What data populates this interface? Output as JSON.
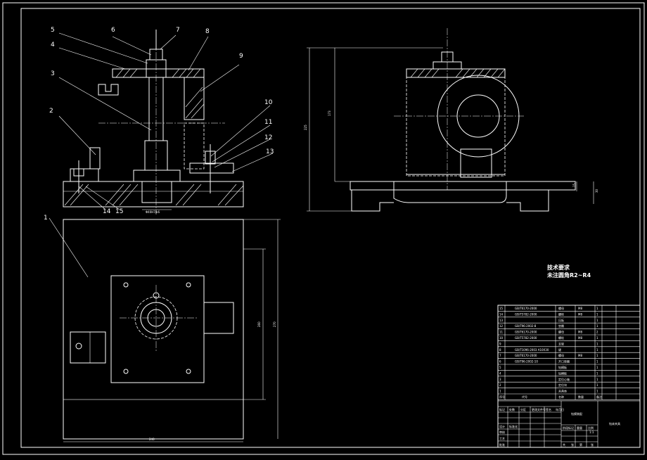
{
  "colors": {
    "background": "#000000",
    "lines": "#ffffff"
  },
  "part_labels": [
    {
      "id": "label-1",
      "text": "1"
    },
    {
      "id": "label-2",
      "text": "2"
    },
    {
      "id": "label-3",
      "text": "3"
    },
    {
      "id": "label-4",
      "text": "4"
    },
    {
      "id": "label-5",
      "text": "5"
    },
    {
      "id": "label-6",
      "text": "6"
    },
    {
      "id": "label-7",
      "text": "7"
    },
    {
      "id": "label-8",
      "text": "8"
    },
    {
      "id": "label-9",
      "text": "9"
    },
    {
      "id": "label-10",
      "text": "10"
    },
    {
      "id": "label-11",
      "text": "11"
    },
    {
      "id": "label-12",
      "text": "12"
    },
    {
      "id": "label-13",
      "text": "13"
    },
    {
      "id": "label-14",
      "text": "14"
    },
    {
      "id": "label-15",
      "text": "15"
    }
  ],
  "technical_requirements": {
    "title": "技术要求",
    "item": "未注圆角R2~R4"
  },
  "bom": {
    "rows": [
      {
        "no": "15",
        "code": "GB/T6170-2000",
        "name": "螺母",
        "spec": "M8",
        "qty": "1"
      },
      {
        "no": "14",
        "code": "GB/T5782-2000",
        "name": "螺栓",
        "spec": "M8",
        "qty": "1"
      },
      {
        "no": "13",
        "code": "",
        "name": "压板",
        "spec": "",
        "qty": "1"
      },
      {
        "no": "12",
        "code": "GB/T96-2002-8",
        "name": "垫圈",
        "spec": "",
        "qty": "1"
      },
      {
        "no": "11",
        "code": "GB/T6170-2000",
        "name": "螺母",
        "spec": "M8",
        "qty": "2"
      },
      {
        "no": "10",
        "code": "GB/T5782-2000",
        "name": "螺栓",
        "spec": "M8",
        "qty": "1"
      },
      {
        "no": "9",
        "code": "",
        "name": "支架",
        "spec": "",
        "qty": "1"
      },
      {
        "no": "8",
        "code": "GB/T1096-2003 A10X30",
        "name": "键",
        "spec": "",
        "qty": "1"
      },
      {
        "no": "7",
        "code": "GB/T6170-2000",
        "name": "螺母",
        "spec": "M8",
        "qty": "1"
      },
      {
        "no": "6",
        "code": "GB/T96-2002-10",
        "name": "开口垫圈",
        "spec": "",
        "qty": "1"
      },
      {
        "no": "5",
        "code": "",
        "name": "钻模板",
        "spec": "",
        "qty": "1"
      },
      {
        "no": "4",
        "code": "",
        "name": "钻模板",
        "spec": "",
        "qty": "1"
      },
      {
        "no": "3",
        "code": "",
        "name": "定位心轴",
        "spec": "",
        "qty": "1"
      },
      {
        "no": "2",
        "code": "",
        "name": "定位块",
        "spec": "",
        "qty": "1"
      },
      {
        "no": "1",
        "code": "",
        "name": "夹具体",
        "spec": "",
        "qty": "1"
      }
    ],
    "header": {
      "no": "序号",
      "code": "代号",
      "name": "名称",
      "qty": "数量",
      "note": "备注"
    }
  },
  "title_block": {
    "drawing_name": "钻床夹具",
    "unit": "钻模装配",
    "scale": "1:1",
    "labels": [
      "标记",
      "处数",
      "分区",
      "更改文件号",
      "签名",
      "年月日",
      "设计",
      "标准化",
      "审核",
      "工艺",
      "批准",
      "阶段标记",
      "重量",
      "比例",
      "共",
      "张",
      "第",
      "张"
    ]
  }
}
